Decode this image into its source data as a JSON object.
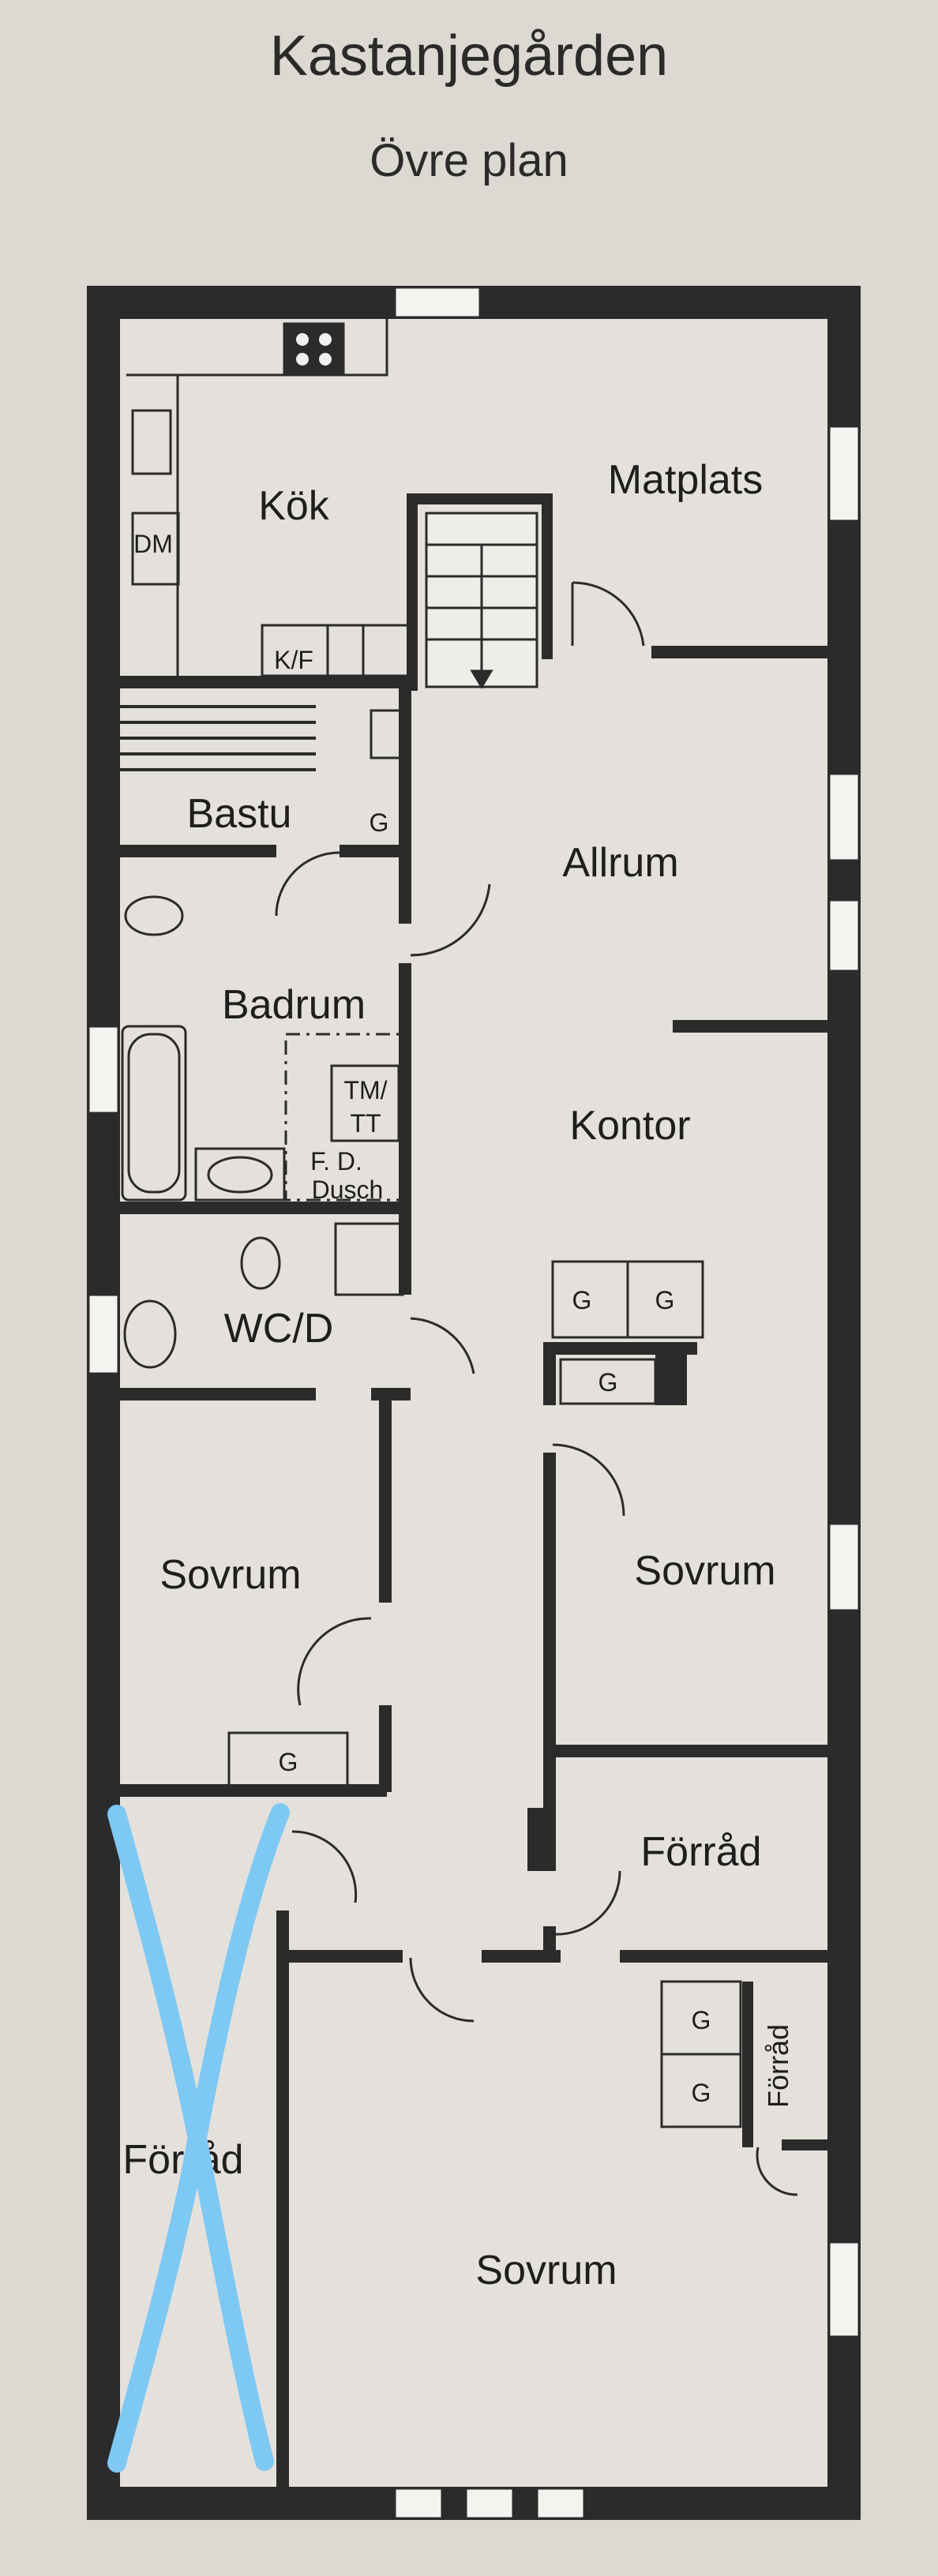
{
  "title": "Kastanjegården",
  "subtitle": "Övre plan",
  "rooms": {
    "kok": "Kök",
    "matplats": "Matplats",
    "bastu": "Bastu",
    "allrum": "Allrum",
    "badrum": "Badrum",
    "kontor": "Kontor",
    "wc": "WC/D",
    "sovrum_left": "Sovrum",
    "sovrum_right": "Sovrum",
    "forrad_mid": "Förråd",
    "forrad_left": "Förråd",
    "forrad_small": "Förråd",
    "sovrum_bottom": "Sovrum"
  },
  "fixtures": {
    "dm": "DM",
    "kf": "K/F",
    "g": "G",
    "tm_line1": "TM/",
    "tm_line2": "TT",
    "fd_line1": "F. D.",
    "fd_line2": "Dusch"
  },
  "colors": {
    "wall": "#2b2b2b",
    "background": "#dcd8d2",
    "annotation": "#7ec8f4"
  }
}
